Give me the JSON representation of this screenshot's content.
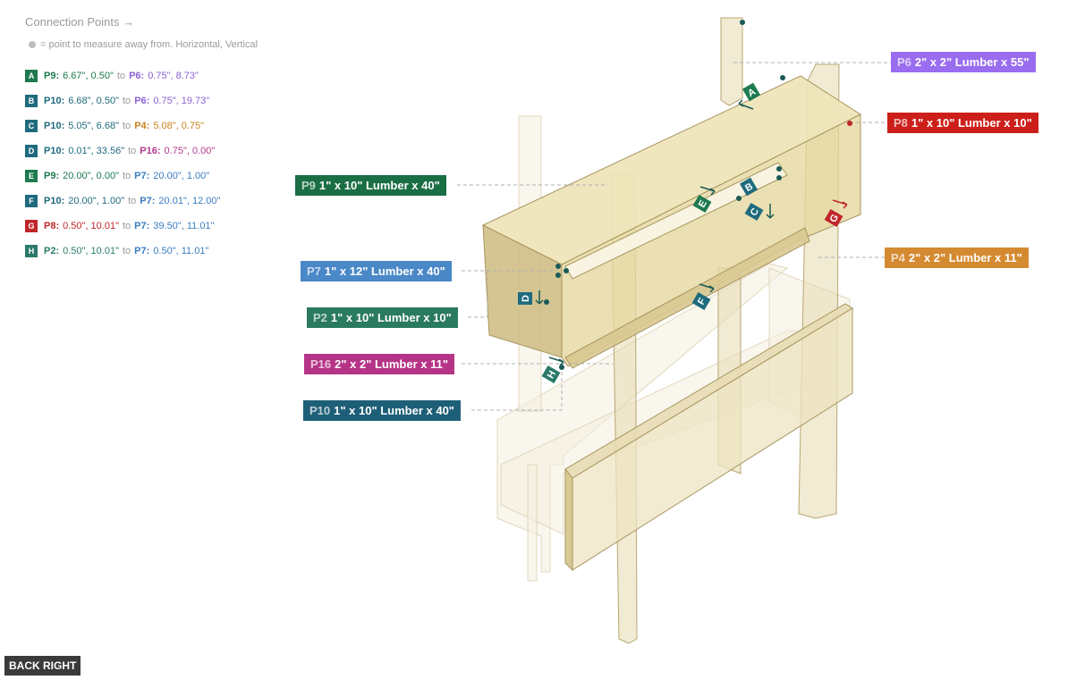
{
  "connection_points": {
    "title": "Connection Points →",
    "legend_text": "= point to measure away from. Horizontal, Vertical",
    "items": [
      {
        "letter": "A",
        "badge_color": "#1e7a4f",
        "from_part": "P9:",
        "from_color": "#1e7a4f",
        "from_coords": "6.67\", 0.50\"",
        "to_word": "to",
        "to_part": "P6:",
        "to_color": "#8a63d2",
        "to_coords": "0.75\", 8.73\""
      },
      {
        "letter": "B",
        "badge_color": "#1f6b7d",
        "from_part": "P10:",
        "from_color": "#1f6b7d",
        "from_coords": "6.68\", 0.50\"",
        "to_word": "to",
        "to_part": "P6:",
        "to_color": "#8a63d2",
        "to_coords": "0.75\", 19.73\""
      },
      {
        "letter": "C",
        "badge_color": "#1f6b7d",
        "from_part": "P10:",
        "from_color": "#1f6b7d",
        "from_coords": "5.05\", 6.68\"",
        "to_word": "to",
        "to_part": "P4:",
        "to_color": "#c9841e",
        "to_coords": "5.08\", 0.75\""
      },
      {
        "letter": "D",
        "badge_color": "#1f6b7d",
        "from_part": "P10:",
        "from_color": "#1f6b7d",
        "from_coords": "0.01\", 33.56\"",
        "to_word": "to",
        "to_part": "P16:",
        "to_color": "#b23a8e",
        "to_coords": "0.75\", 0.00\""
      },
      {
        "letter": "E",
        "badge_color": "#1e7a4f",
        "from_part": "P9:",
        "from_color": "#1e7a4f",
        "from_coords": "20.00\", 0.00\"",
        "to_word": "to",
        "to_part": "P7:",
        "to_color": "#3b7dc0",
        "to_coords": "20.00\", 1.00\""
      },
      {
        "letter": "F",
        "badge_color": "#1f6b7d",
        "from_part": "P10:",
        "from_color": "#1f6b7d",
        "from_coords": "20.00\", 1.00\"",
        "to_word": "to",
        "to_part": "P7:",
        "to_color": "#3b7dc0",
        "to_coords": "20.01\", 12.00\""
      },
      {
        "letter": "G",
        "badge_color": "#c0262a",
        "from_part": "P8:",
        "from_color": "#c0262a",
        "from_coords": "0.50\", 10.01\"",
        "to_word": "to",
        "to_part": "P7:",
        "to_color": "#3b7dc0",
        "to_coords": "39.50\", 11.01\""
      },
      {
        "letter": "H",
        "badge_color": "#2a7a6a",
        "from_part": "P2:",
        "from_color": "#2a7a6a",
        "from_coords": "0.50\", 10.01\"",
        "to_word": "to",
        "to_part": "P7:",
        "to_color": "#3b7dc0",
        "to_coords": "0.50\", 11.01\""
      }
    ]
  },
  "parts": [
    {
      "id": "P6",
      "label": "2\" x 2\" Lumber x 55\"",
      "color": "#9a6cf0"
    },
    {
      "id": "P8",
      "label": "1\" x 10\" Lumber  x 10\"",
      "color": "#cc1f1a"
    },
    {
      "id": "P9",
      "label": "1\" x 10\" Lumber  x 40\"",
      "color": "#1a6e44"
    },
    {
      "id": "P4",
      "label": "2\" x 2\" Lumber x 11\"",
      "color": "#d48a30"
    },
    {
      "id": "P7",
      "label": "1\" x 12\" Lumber  x 40\"",
      "color": "#4a88c8"
    },
    {
      "id": "P2",
      "label": "1\" x 10\" Lumber  x 10\"",
      "color": "#2a7a60"
    },
    {
      "id": "P16",
      "label": "2\" x 2\" Lumber x 11\"",
      "color": "#b63488"
    },
    {
      "id": "P10",
      "label": "1\" x 10\" Lumber  x 40\"",
      "color": "#1e5f78"
    }
  ],
  "view_button": "BACK RIGHT"
}
